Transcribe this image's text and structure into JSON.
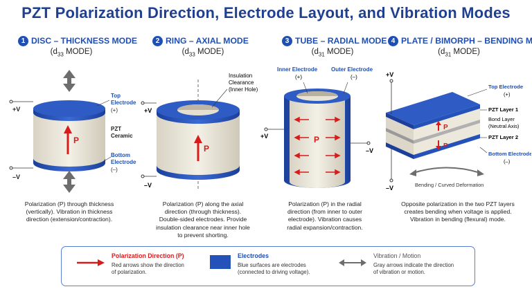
{
  "title": "PZT Polarization Direction, Electrode Layout, and Vibration Modes",
  "colors": {
    "electrode": "#2452b8",
    "ceramic": "#ece8dc",
    "polarization": "#d81b1b",
    "vibration": "#6d6d6d",
    "heading": "#1f4fb3"
  },
  "panels": [
    {
      "num": "1",
      "heading": "DISC – THICKNESS MODE",
      "mode_pre": "(d",
      "mode_sub": "33",
      "mode_post": " MODE)",
      "labels": {
        "pos": "+V",
        "neg": "–V",
        "top_electrode": "Top",
        "top_electrode2": "Electrode",
        "top_sign": "(+)",
        "ceramic": "PZT",
        "ceramic2": "Ceramic",
        "bottom_electrode": "Bottom",
        "bottom_electrode2": "Electrode",
        "bottom_sign": "(–)",
        "p": "P"
      },
      "desc": [
        "Polarization (P) through thickness",
        "(vertically). Vibration in thickness",
        "direction (extension/contraction)."
      ]
    },
    {
      "num": "2",
      "heading": "RING – AXIAL MODE",
      "mode_pre": "(d",
      "mode_sub": "33",
      "mode_post": " MODE)",
      "labels": {
        "pos": "+V",
        "neg": "–V",
        "insulation": "Insulation",
        "insulation2": "Clearance",
        "insulation3": "(Inner Hole)",
        "p": "P"
      },
      "desc": [
        "Polarization (P) along the axial",
        "direction (through thickness).",
        "Double-sided electrodes. Provide",
        "insulation clearance near inner hole",
        "to prevent shorting."
      ]
    },
    {
      "num": "3",
      "heading": "TUBE – RADIAL MODE",
      "mode_pre": "(d",
      "mode_sub": "31",
      "mode_post": " MODE)",
      "labels": {
        "pos": "+V",
        "neg": "–V",
        "inner": "Inner Electrode",
        "inner_sign": "(+)",
        "outer": "Outer Electrode",
        "outer_sign": "(–)",
        "p": "P"
      },
      "desc": [
        "Polarization (P) in the radial",
        "direction (from inner to outer",
        "electrode). Vibration causes",
        "radial expansion/contraction."
      ]
    },
    {
      "num": "4",
      "heading": "PLATE / BIMORPH – BENDING MODE",
      "mode_pre": "(d",
      "mode_sub": "31",
      "mode_post": " MODE)",
      "labels": {
        "pos": "+V",
        "neg": "–V",
        "top_electrode": "Top Electrode",
        "top_sign": "(+)",
        "layer1": "PZT Layer 1",
        "bond": "Bond Layer",
        "bond2": "(Neutral Axis)",
        "layer2": "PZT Layer 2",
        "bottom_electrode": "Bottom Electrode",
        "bottom_sign": "(–)",
        "bending": "Bending / Curved Deformation",
        "p": "P"
      },
      "desc": [
        "Opposite polarization in the two PZT layers",
        "creates bending when voltage is applied.",
        "Vibration in bending (flexural) mode."
      ]
    }
  ],
  "legend": [
    {
      "title": "Polarization Direction (P)",
      "desc": [
        "Red arrows show the direction",
        "of polarization."
      ]
    },
    {
      "title": "Electrodes",
      "desc": [
        "Blue surfaces are electrodes",
        "(connected to driving voltage)."
      ]
    },
    {
      "title": "Vibration / Motion",
      "desc": [
        "Gray arrows indicate the direction",
        "of vibration or motion."
      ]
    }
  ]
}
